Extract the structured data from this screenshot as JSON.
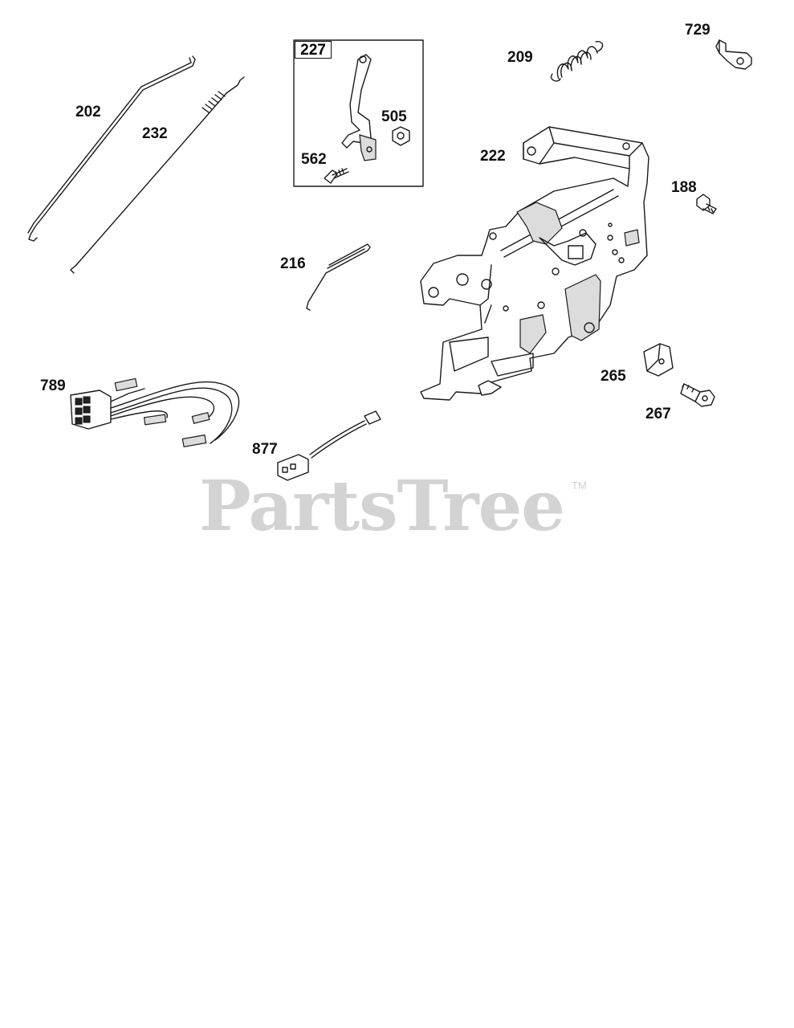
{
  "watermark": {
    "brand": "PartsTree",
    "trademark": "TM"
  },
  "group_box": {
    "label": "227"
  },
  "callouts": {
    "p202": "202",
    "p232": "232",
    "p505": "505",
    "p562": "562",
    "p209": "209",
    "p729": "729",
    "p222": "222",
    "p188": "188",
    "p216": "216",
    "p789": "789",
    "p265": "265",
    "p267": "267",
    "p877": "877"
  }
}
